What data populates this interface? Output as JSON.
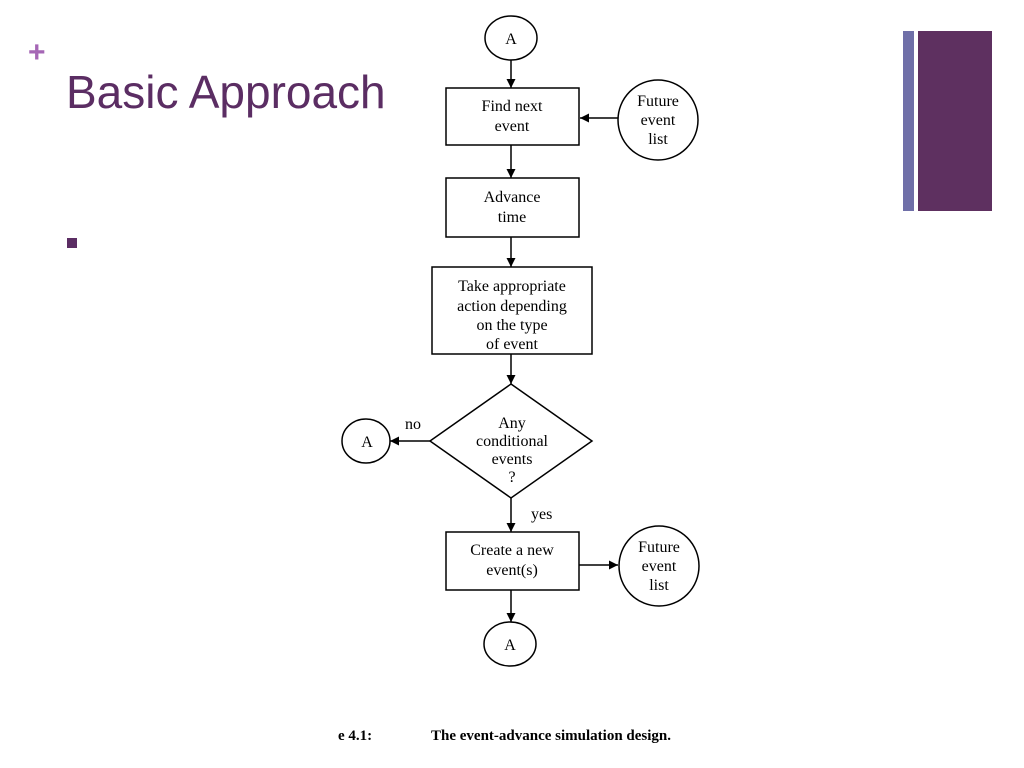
{
  "slide": {
    "plus": "+",
    "title": "Basic Approach",
    "colors": {
      "title": "#5b2d63",
      "plus": "#a566b5",
      "bullet": "#5b2d63",
      "bar_thin": "#6f6fa8",
      "bar_thick": "#5e3060"
    }
  },
  "diagram": {
    "connector_top": "A",
    "find_next": [
      "Find next",
      "event"
    ],
    "future_list_1": [
      "Future",
      "event",
      "list"
    ],
    "advance_time": [
      "Advance",
      "time"
    ],
    "take_action": [
      "Take appropriate",
      "action depending",
      "on the type",
      "of event"
    ],
    "decision": [
      "Any",
      "conditional",
      "events",
      "?"
    ],
    "no_label": "no",
    "connector_left": "A",
    "yes_label": "yes",
    "create_event": [
      "Create a new",
      "event(s)"
    ],
    "future_list_2": [
      "Future",
      "event",
      "list"
    ],
    "connector_bottom": "A",
    "caption_number": "e 4.1:",
    "caption_text": "The event-advance simulation design."
  }
}
